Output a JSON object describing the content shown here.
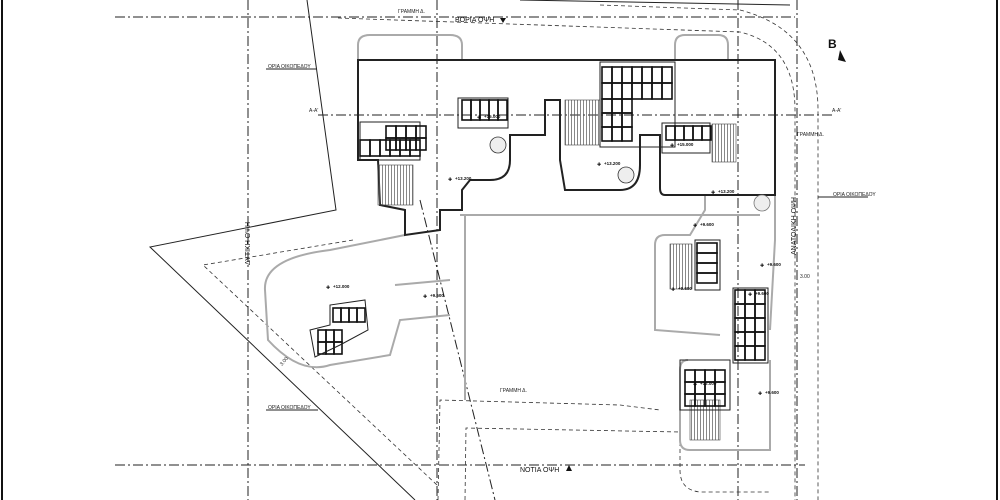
{
  "drawing": {
    "views": {
      "north": "ΒΟΡΙΑ ΟΨΗ",
      "south": "ΝΟΤΙΑ ΟΨΗ",
      "west": "ΔΥΤΙΚΗ ΟΨΗ",
      "east": "ΑΝΑΤΟΛΙΚΗ ΟΨΗ"
    },
    "plot_limit_labels": [
      "ΟΡΙΑ ΟΙΚΟΠΕΔΟΥ",
      "ΟΡΙΑ ΟΙΚΟΠΕΔΟΥ",
      "ΟΡΙΑ ΟΙΚΟΠΕΔΟΥ"
    ],
    "building_line_labels": [
      "ΓΡΑΜΜΗ Δ.",
      "ΓΡΑΜΜΗ Δ.",
      "ΓΡΑΜΜΗ Δ."
    ],
    "north_arrow": "B",
    "section_marks": [
      "A-A'",
      "A-A'"
    ],
    "dimensions": [
      "3.00",
      "3.00"
    ],
    "levels": [
      "+15.000",
      "+13.200",
      "+13.200",
      "+15.000",
      "+13.200",
      "+9.600",
      "+9.600",
      "+9.600",
      "+9.600",
      "+12.000",
      "+9.600",
      "+9.600",
      "+12.000"
    ]
  }
}
